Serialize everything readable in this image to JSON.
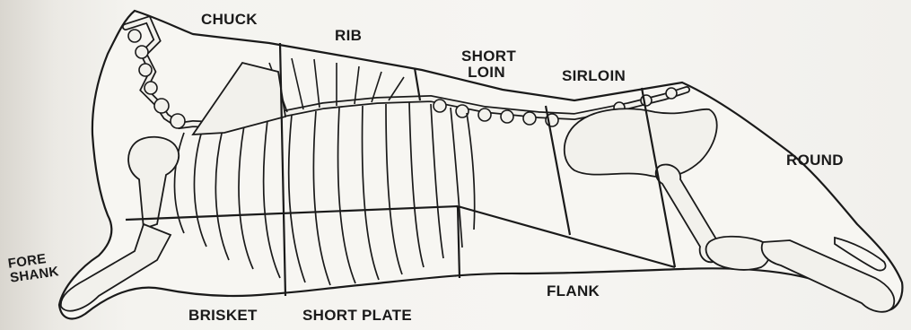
{
  "labels": {
    "chuck": "CHUCK",
    "rib": "RIB",
    "short_loin_line1": "SHORT",
    "short_loin_line2": "LOIN",
    "sirloin": "SIRLOIN",
    "round": "ROUND",
    "fore_shank_line1": "FORE",
    "fore_shank_line2": "SHANK",
    "flank": "FLANK",
    "brisket": "BRISKET",
    "short_plate": "SHORT PLATE"
  },
  "colors": {
    "ink": "#1a1a1a",
    "bone": "#f7f6f2",
    "background": "#f4f3ef"
  }
}
